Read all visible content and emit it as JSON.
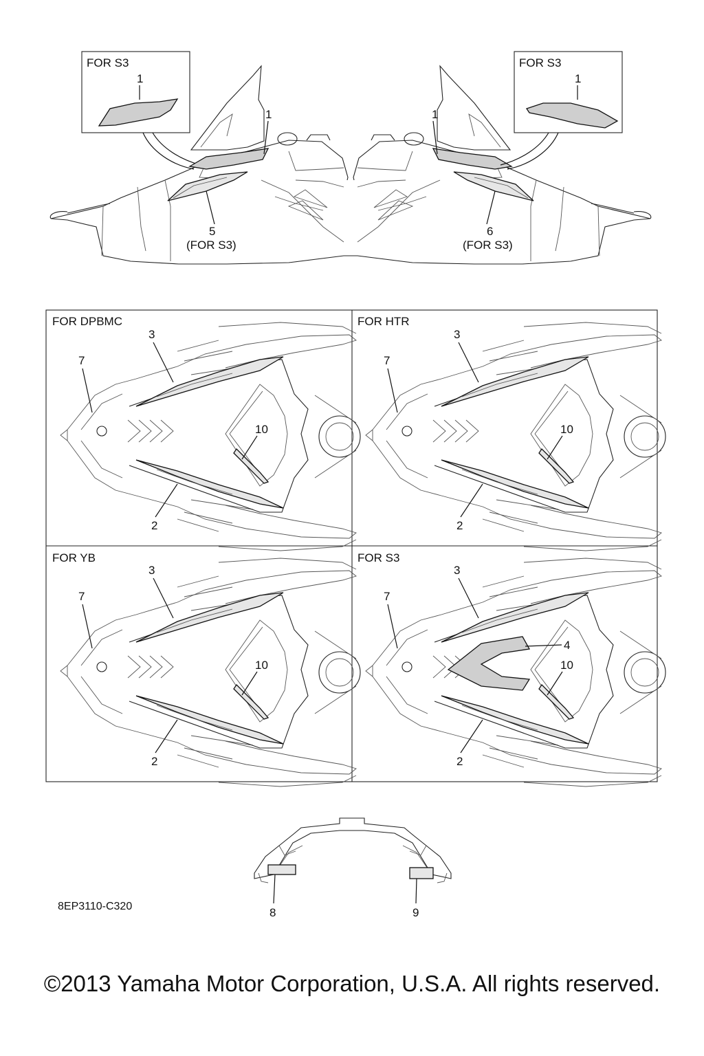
{
  "top": {
    "left_callout_title": "FOR S3",
    "right_callout_title": "FOR S3",
    "left_callout_part": "1",
    "right_callout_part": "1",
    "left_part_1": "1",
    "right_part_1": "1",
    "left_part_5": "5",
    "left_part_5_note": "(FOR S3)",
    "right_part_6": "6",
    "right_part_6_note": "(FOR S3)"
  },
  "panels": [
    {
      "title": "FOR DPBMC",
      "p3": "3",
      "p7": "7",
      "p10": "10",
      "p2": "2"
    },
    {
      "title": "FOR HTR",
      "p3": "3",
      "p7": "7",
      "p10": "10",
      "p2": "2"
    },
    {
      "title": "FOR YB",
      "p3": "3",
      "p7": "7",
      "p10": "10",
      "p2": "2"
    },
    {
      "title": "FOR S3",
      "p3": "3",
      "p7": "7",
      "p10": "10",
      "p2": "2",
      "p4": "4"
    }
  ],
  "bottom": {
    "part_8": "8",
    "part_9": "9",
    "drawing_code": "8EP3110-C320"
  },
  "copyright": "©2013 Yamaha Motor Corporation, U.S.A. All rights reserved."
}
